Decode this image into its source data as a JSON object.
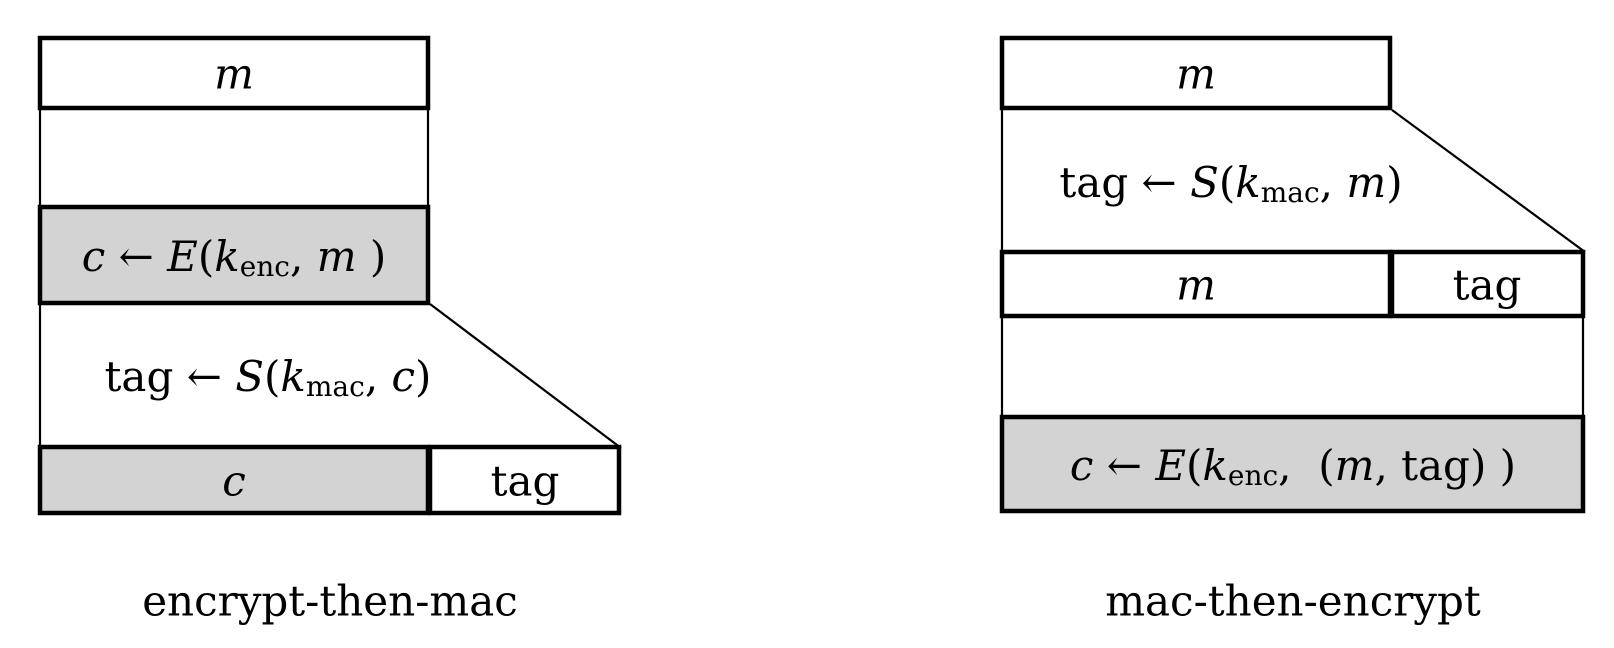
{
  "colors": {
    "background": "#ffffff",
    "ink": "#000000",
    "shaded_fill": "#d3d3d3"
  },
  "left_diagram": {
    "caption": "encrypt-then-mac",
    "message_box_label": "m",
    "encrypt_formula": [
      {
        "s": "it",
        "t": "c"
      },
      {
        "s": "rm",
        "t": " ← "
      },
      {
        "s": "it",
        "t": "E"
      },
      {
        "s": "rm",
        "t": "("
      },
      {
        "s": "it",
        "t": "k"
      },
      {
        "s": "sub",
        "t": "enc"
      },
      {
        "s": "rm",
        "t": ", "
      },
      {
        "s": "it",
        "t": "m"
      },
      {
        "s": "rm",
        "t": " )"
      }
    ],
    "mac_formula": [
      {
        "s": "rm",
        "t": "tag ← "
      },
      {
        "s": "it",
        "t": "S"
      },
      {
        "s": "rm",
        "t": "("
      },
      {
        "s": "it",
        "t": "k"
      },
      {
        "s": "sub",
        "t": "mac"
      },
      {
        "s": "rm",
        "t": ", "
      },
      {
        "s": "it",
        "t": "c"
      },
      {
        "s": "rm",
        "t": ")"
      }
    ],
    "ciphertext_box_label": "c",
    "tag_box_label": "tag"
  },
  "right_diagram": {
    "caption": "mac-then-encrypt",
    "message_box_label": "m",
    "mac_formula": [
      {
        "s": "rm",
        "t": "tag ← "
      },
      {
        "s": "it",
        "t": "S"
      },
      {
        "s": "rm",
        "t": "("
      },
      {
        "s": "it",
        "t": "k"
      },
      {
        "s": "sub",
        "t": "mac"
      },
      {
        "s": "rm",
        "t": ", "
      },
      {
        "s": "it",
        "t": "m"
      },
      {
        "s": "rm",
        "t": ")"
      }
    ],
    "row_message_label": "m",
    "row_tag_label": "tag",
    "encrypt_formula": [
      {
        "s": "it",
        "t": "c"
      },
      {
        "s": "rm",
        "t": " ← "
      },
      {
        "s": "it",
        "t": "E"
      },
      {
        "s": "rm",
        "t": "("
      },
      {
        "s": "it",
        "t": "k"
      },
      {
        "s": "sub",
        "t": "enc"
      },
      {
        "s": "rm",
        "t": ",  ("
      },
      {
        "s": "it",
        "t": "m"
      },
      {
        "s": "rm",
        "t": ", tag) )"
      }
    ]
  }
}
